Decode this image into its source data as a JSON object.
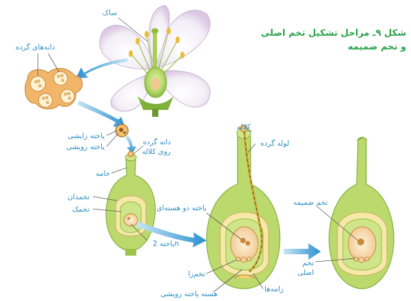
{
  "figure": {
    "title_line1": "شکل ۹ـ مراحل تشکیل تخم اصلی",
    "title_line2": "و تخم ضمیمه"
  },
  "labels": {
    "stamen": "ساک",
    "pollen_grains": "دانه‌های گرده",
    "generative_cell": "یاخته زایشی",
    "tube_cell": "یاخته رویشی",
    "pollen_on_stigma_1": "دانه گرده",
    "pollen_on_stigma_2": "روی کلاله",
    "style": "خامه",
    "ovary": "تخمدان",
    "ovule": "تخمک",
    "cell_2n": "یاخته 2n",
    "stigma": "کلاله",
    "pollen_tube": "لوله گرده",
    "binucleate_cell": "یاخته دو هسته‌ای",
    "egg_cell": "تخم‌زا",
    "tube_nucleus": "هسته یاخته رویشی",
    "sperm": "زامه‌ها",
    "endosperm_zygote": "تخم ضمیمه",
    "zygote_1": "تخم",
    "zygote_2": "اصلی"
  },
  "colors": {
    "label": "#2e8fc4",
    "title": "#2aa34a",
    "arrow": "#3aa0d8",
    "plant_green": "#b8d86a",
    "ovule_yellow": "#f4e6a0",
    "embryo_sac": "#f0c890",
    "pollen_orange": "#e8a860"
  }
}
